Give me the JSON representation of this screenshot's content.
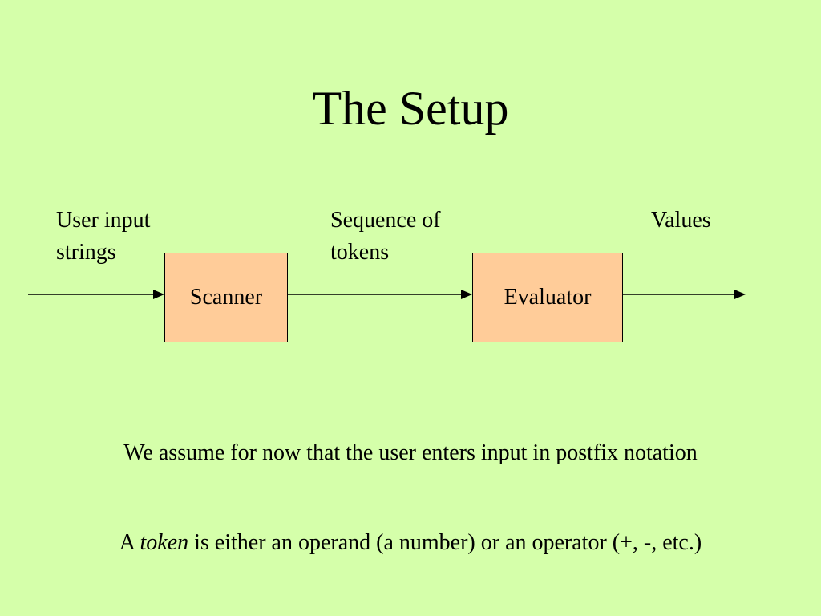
{
  "colors": {
    "background": "#d5ffaa",
    "box_fill": "#ffcc99",
    "stroke": "#000000"
  },
  "slide": {
    "title": "The Setup"
  },
  "diagram": {
    "input_label": {
      "line1": "User input",
      "line2": "strings"
    },
    "tokens_label": {
      "line1": "Sequence of",
      "line2": "tokens"
    },
    "output_label": "Values",
    "scanner_label": "Scanner",
    "evaluator_label": "Evaluator"
  },
  "notes": {
    "postfix": "We assume for now that the user enters input in postfix notation",
    "token_prefix": "A",
    "token_word": "token",
    "token_suffix": "is either an operand (a number) or an operator (+, -, etc.)"
  }
}
